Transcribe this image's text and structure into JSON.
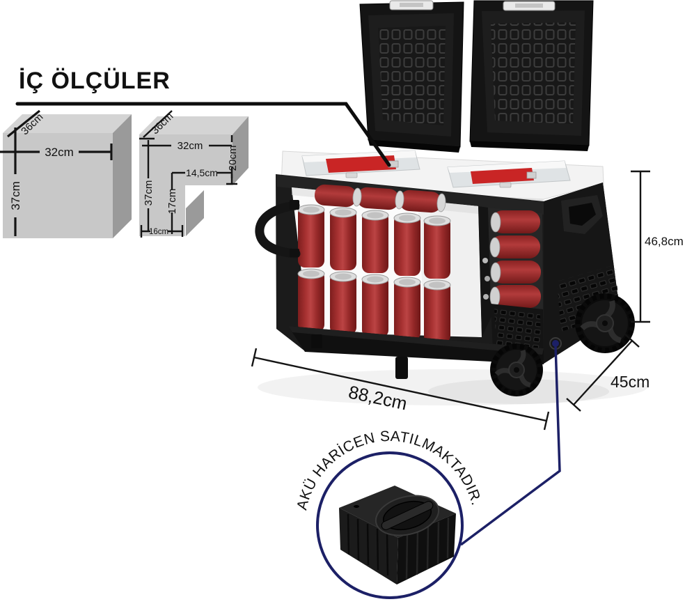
{
  "title": "İÇ ÖLÇÜLER",
  "left_box": {
    "depth": "36cm",
    "width": "32cm",
    "height": "37cm"
  },
  "right_box": {
    "depth": "36cm",
    "width": "32cm",
    "right_height": "20cm",
    "step_width": "14,5cm",
    "step_height": "17cm",
    "height": "37cm",
    "bottom_width": "16cm"
  },
  "product": {
    "width": "88,2cm",
    "depth": "45cm",
    "height": "46,8cm"
  },
  "battery_callout": {
    "note": "AKÜ HARİCEN SATILMAKTADIR."
  },
  "colors": {
    "navy": "#1c2066",
    "can_red": "#a83232",
    "diagram_gray": "#c8c8c8",
    "lid_black": "#141414",
    "rim_white": "#f3f3f3"
  }
}
